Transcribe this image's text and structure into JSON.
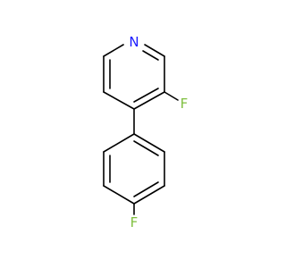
{
  "molecule": {
    "atoms": {
      "n_label": "N",
      "f_pyridine_label": "F",
      "f_phenyl_label": "F"
    },
    "colors": {
      "nitrogen": "#1a1aff",
      "fluorine": "#7fbf3f",
      "bond": "#000000",
      "background": "#ffffff"
    }
  }
}
